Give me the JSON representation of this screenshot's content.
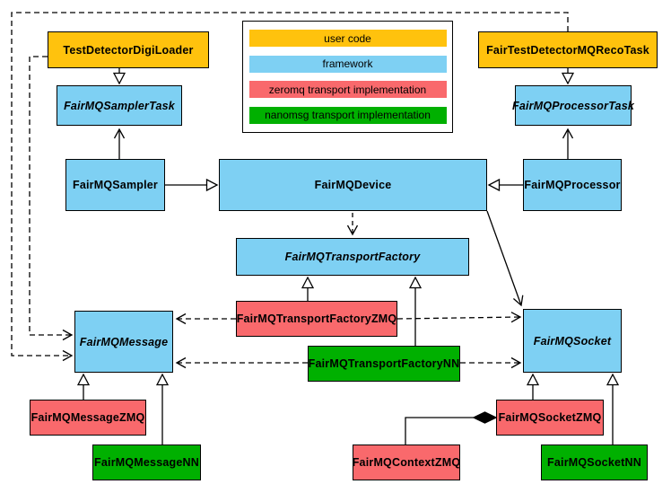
{
  "legend": {
    "items": [
      {
        "label": "user code",
        "color": "#ffc20d"
      },
      {
        "label": "framework",
        "color": "#7ed0f3"
      },
      {
        "label": "zeromq transport implementation",
        "color": "#f9696c"
      },
      {
        "label": "nanomsg transport implementation",
        "color": "#00b000"
      }
    ]
  },
  "nodes": {
    "testDetectorDigiLoader": {
      "label": "TestDetectorDigiLoader",
      "category": "user code",
      "abstract": false
    },
    "fairTestDetectorMQRecoTask": {
      "label": "FairTestDetectorMQRecoTask",
      "category": "user code",
      "abstract": false
    },
    "fairMQSamplerTask": {
      "label": "FairMQSamplerTask",
      "category": "framework",
      "abstract": true
    },
    "fairMQProcessorTask": {
      "label": "FairMQProcessorTask",
      "category": "framework",
      "abstract": true
    },
    "fairMQSampler": {
      "label": "FairMQSampler",
      "category": "framework",
      "abstract": false
    },
    "fairMQDevice": {
      "label": "FairMQDevice",
      "category": "framework",
      "abstract": false
    },
    "fairMQProcessor": {
      "label": "FairMQProcessor",
      "category": "framework",
      "abstract": false
    },
    "fairMQTransportFactory": {
      "label": "FairMQTransportFactory",
      "category": "framework",
      "abstract": true
    },
    "fairMQTransportFactoryZMQ": {
      "label": "FairMQTransportFactoryZMQ",
      "category": "zeromq",
      "abstract": false
    },
    "fairMQTransportFactoryNN": {
      "label": "FairMQTransportFactoryNN",
      "category": "nanomsg",
      "abstract": false
    },
    "fairMQMessage": {
      "label": "FairMQMessage",
      "category": "framework",
      "abstract": true
    },
    "fairMQSocket": {
      "label": "FairMQSocket",
      "category": "framework",
      "abstract": true
    },
    "fairMQMessageZMQ": {
      "label": "FairMQMessageZMQ",
      "category": "zeromq",
      "abstract": false
    },
    "fairMQMessageNN": {
      "label": "FairMQMessageNN",
      "category": "nanomsg",
      "abstract": false
    },
    "fairMQContextZMQ": {
      "label": "FairMQContextZMQ",
      "category": "zeromq",
      "abstract": false
    },
    "fairMQSocketZMQ": {
      "label": "FairMQSocketZMQ",
      "category": "zeromq",
      "abstract": false
    },
    "fairMQSocketNN": {
      "label": "FairMQSocketNN",
      "category": "nanomsg",
      "abstract": false
    }
  },
  "relationships": [
    {
      "from": "TestDetectorDigiLoader",
      "to": "FairMQSamplerTask",
      "type": "inheritance",
      "style": "solid"
    },
    {
      "from": "FairTestDetectorMQRecoTask",
      "to": "FairMQProcessorTask",
      "type": "inheritance",
      "style": "solid"
    },
    {
      "from": "FairMQSampler",
      "to": "FairMQDevice",
      "type": "inheritance",
      "style": "solid"
    },
    {
      "from": "FairMQProcessor",
      "to": "FairMQDevice",
      "type": "inheritance",
      "style": "solid"
    },
    {
      "from": "FairMQSampler",
      "to": "FairMQSamplerTask",
      "type": "association",
      "style": "solid"
    },
    {
      "from": "FairMQProcessor",
      "to": "FairMQProcessorTask",
      "type": "association",
      "style": "solid"
    },
    {
      "from": "FairMQDevice",
      "to": "FairMQTransportFactory",
      "type": "dependency",
      "style": "dashed"
    },
    {
      "from": "FairMQDevice",
      "to": "FairMQSocket",
      "type": "association",
      "style": "solid"
    },
    {
      "from": "TestDetectorDigiLoader",
      "to": "FairMQMessage",
      "type": "dependency",
      "style": "dashed"
    },
    {
      "from": "FairTestDetectorMQRecoTask",
      "to": "FairMQMessage",
      "type": "dependency",
      "style": "dashed"
    },
    {
      "from": "FairMQTransportFactoryZMQ",
      "to": "FairMQTransportFactory",
      "type": "inheritance",
      "style": "solid"
    },
    {
      "from": "FairMQTransportFactoryNN",
      "to": "FairMQTransportFactory",
      "type": "inheritance",
      "style": "solid"
    },
    {
      "from": "FairMQTransportFactoryZMQ",
      "to": "FairMQMessage",
      "type": "dependency",
      "style": "dashed"
    },
    {
      "from": "FairMQTransportFactoryZMQ",
      "to": "FairMQSocket",
      "type": "dependency",
      "style": "dashed"
    },
    {
      "from": "FairMQTransportFactoryNN",
      "to": "FairMQMessage",
      "type": "dependency",
      "style": "dashed"
    },
    {
      "from": "FairMQTransportFactoryNN",
      "to": "FairMQSocket",
      "type": "dependency",
      "style": "dashed"
    },
    {
      "from": "FairMQMessageZMQ",
      "to": "FairMQMessage",
      "type": "inheritance",
      "style": "solid"
    },
    {
      "from": "FairMQMessageNN",
      "to": "FairMQMessage",
      "type": "inheritance",
      "style": "solid"
    },
    {
      "from": "FairMQSocketZMQ",
      "to": "FairMQSocket",
      "type": "inheritance",
      "style": "solid"
    },
    {
      "from": "FairMQSocketNN",
      "to": "FairMQSocket",
      "type": "inheritance",
      "style": "solid"
    },
    {
      "from": "FairMQSocketZMQ",
      "to": "FairMQContextZMQ",
      "type": "composition",
      "style": "solid"
    }
  ]
}
